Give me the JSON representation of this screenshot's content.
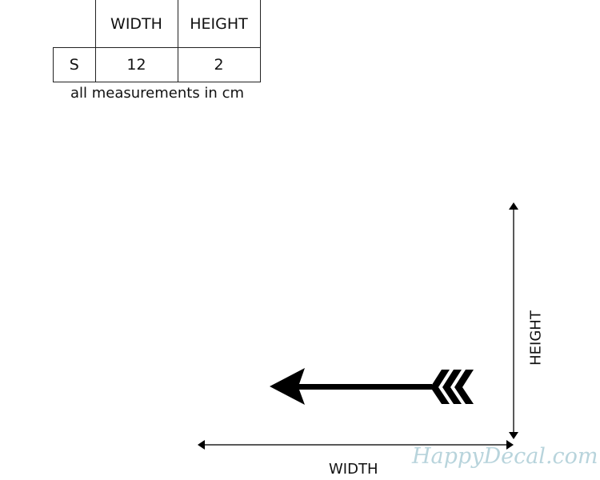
{
  "table": {
    "headers": [
      "WIDTH",
      "HEIGHT"
    ],
    "rows": [
      {
        "size": "S",
        "width": "12",
        "height": "2"
      }
    ]
  },
  "caption": "all measurements in cm",
  "labels": {
    "width": "WIDTH",
    "height": "HEIGHT"
  },
  "watermark": "HappyDecal.com"
}
